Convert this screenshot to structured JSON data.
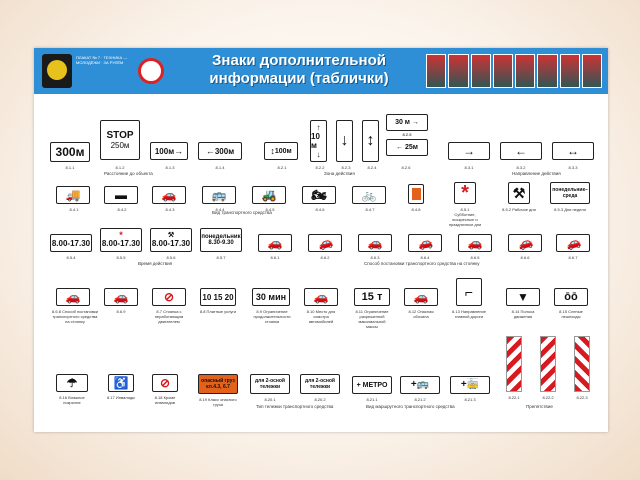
{
  "header": {
    "title_line1": "Знаки дополнительной",
    "title_line2": "информации (таблички)",
    "publisher": "ПЛАКАТ № 7 · ТЕХНИКА — МОЛОДЁЖИ · ЗА РУЛЁМ"
  },
  "row1": {
    "signs": [
      {
        "text": "300м",
        "code": "8.1.1"
      },
      {
        "text1": "STOP",
        "text2": "250м",
        "code": "8.1.2"
      },
      {
        "text": "100м",
        "arrow": "→",
        "code": "8.1.3"
      },
      {
        "text": "300м",
        "arrow": "←",
        "code": "8.1.4"
      },
      {
        "text": "100м",
        "arrow": "↕",
        "code": "8.2.1"
      },
      {
        "text": "10 м",
        "code": "8.2.2"
      },
      {
        "text": "↓",
        "code": "8.2.3"
      },
      {
        "text": "↕",
        "code": "8.2.4"
      },
      {
        "text1": "30 м",
        "text2": "8.2.5",
        "text3": "25м",
        "code": "8.2.6"
      },
      {
        "text": "→",
        "code": "8.3.1"
      },
      {
        "text": "←",
        "code": "8.3.2"
      },
      {
        "text": "↔",
        "code": "8.3.3"
      }
    ],
    "sections": [
      "Расстояние до объекта",
      "Зона действия",
      "Направление действия"
    ]
  },
  "row2": {
    "signs": [
      {
        "code": "8.4.1"
      },
      {
        "code": "8.4.2"
      },
      {
        "code": "8.4.3"
      },
      {
        "code": "8.4.4"
      },
      {
        "code": "8.4.5"
      },
      {
        "code": "8.4.6"
      },
      {
        "code": "8.4.7"
      },
      {
        "code": "8.4.8"
      },
      {
        "code": "8.5.1",
        "cap": "Субботние, воскресные и праздничные дни"
      },
      {
        "code": "8.5.2",
        "cap": "Рабочие дни"
      },
      {
        "text": "понедельник–среда",
        "code": "8.5.3",
        "cap": "Дни недели"
      }
    ],
    "sections": [
      "Вид транспортного средства"
    ]
  },
  "row3": {
    "signs": [
      {
        "text": "8.00-17.30",
        "code": "8.5.4"
      },
      {
        "text": "8.00-17.30",
        "code": "8.5.5"
      },
      {
        "text": "8.00-17.30",
        "code": "8.5.6"
      },
      {
        "text1": "понедельник",
        "text2": "8.30-9.30",
        "code": "8.5.7"
      },
      {
        "code": "8.6.1"
      },
      {
        "code": "8.6.2"
      },
      {
        "code": "8.6.3"
      },
      {
        "code": "8.6.4"
      },
      {
        "code": "8.6.5"
      },
      {
        "code": "8.6.6"
      },
      {
        "code": "8.6.7"
      }
    ],
    "sections": [
      "Время действия",
      "Способ постановки транспортного средства на стоянку"
    ]
  },
  "row4": {
    "signs": [
      {
        "code": "8.6.8",
        "cap": "Способ постановки транспортного средства на стоянку"
      },
      {
        "code": "8.6.9"
      },
      {
        "code": "8.7",
        "cap": "Стоянка с неработающим двигателем"
      },
      {
        "text": "10 15 20",
        "code": "8.8",
        "cap": "Платные услуги"
      },
      {
        "text": "30 мин",
        "code": "8.9",
        "cap": "Ограничение продолжительности стоянки"
      },
      {
        "code": "8.10",
        "cap": "Место для осмотра автомобилей"
      },
      {
        "text": "15 т",
        "code": "8.11",
        "cap": "Ограничение разрешенной максимальной массы"
      },
      {
        "code": "8.12",
        "cap": "Опасная обочина"
      },
      {
        "code": "8.13",
        "cap": "Направление главной дороги"
      },
      {
        "code": "8.14",
        "cap": "Полоса движения"
      },
      {
        "code": "8.15",
        "cap": "Слепые пешеходы"
      }
    ]
  },
  "row5": {
    "signs": [
      {
        "code": "8.16",
        "cap": "Влажное покрытие"
      },
      {
        "code": "8.17",
        "cap": "Инвалиды"
      },
      {
        "code": "8.18",
        "cap": "Кроме инвалидов"
      },
      {
        "text1": "опасный груз",
        "text2": "кл.4.3, 6.7",
        "code": "8.19",
        "cap": "Класс опасного груза"
      },
      {
        "text1": "для 2-осной",
        "text2": "тележки",
        "code": "8.20.1"
      },
      {
        "text1": "для 2-осной",
        "text2": "тележки",
        "code": "8.20.2"
      },
      {
        "text": "+ МЕТРО",
        "code": "8.21.1"
      },
      {
        "code": "8.21.2"
      },
      {
        "code": "8.21.3"
      },
      {
        "code": "8.22.1"
      },
      {
        "code": "8.22.2"
      },
      {
        "code": "8.22.3"
      }
    ],
    "sections": [
      "Тип тележки транспортного средства",
      "Вид маршрутного транспортного средства",
      "Препятствие"
    ]
  }
}
